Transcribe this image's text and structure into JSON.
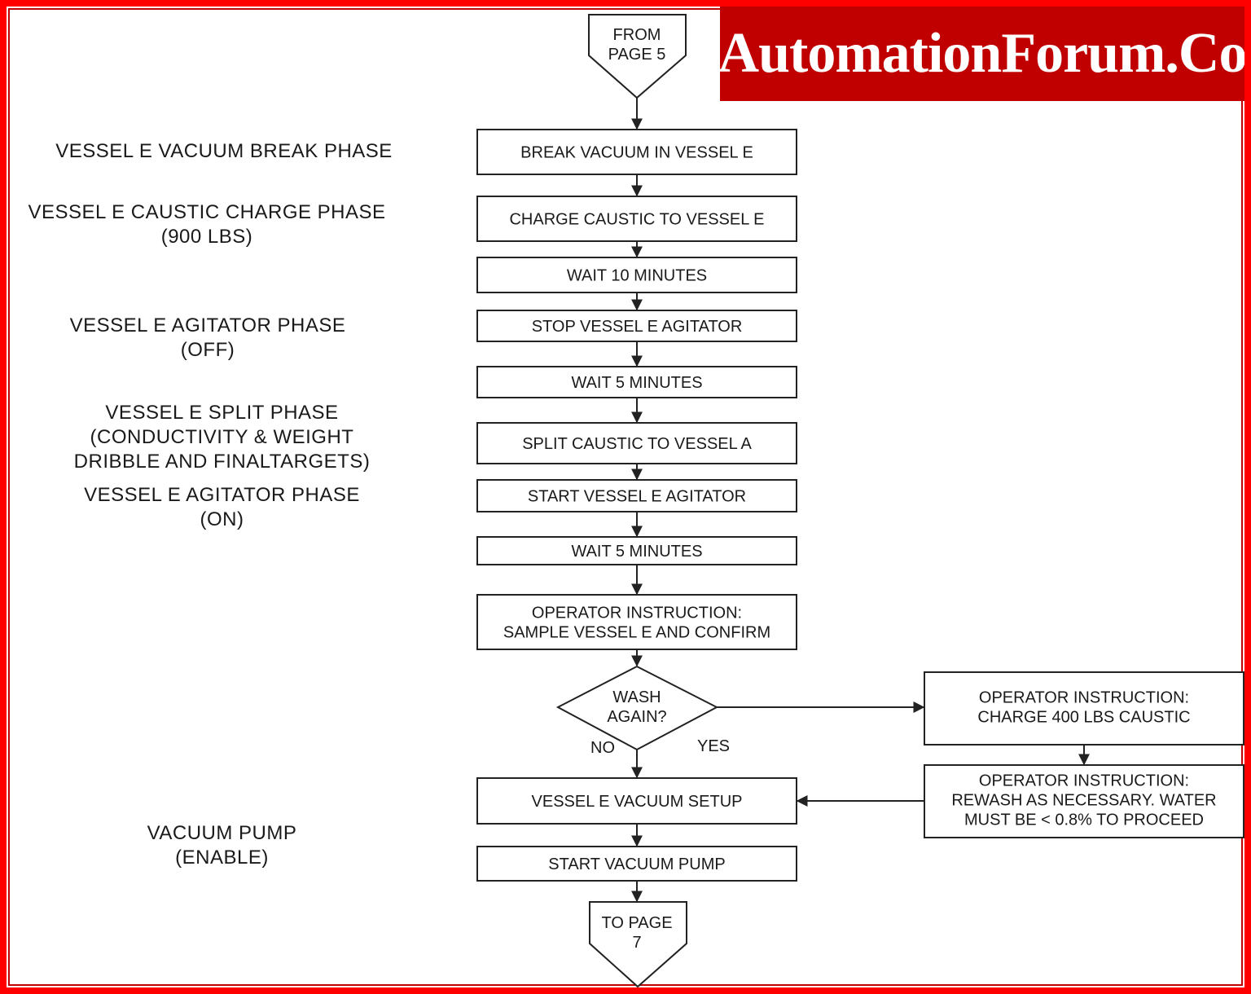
{
  "banner": {
    "text": "AutomationForum.Co"
  },
  "connectors": {
    "from": "FROM\nPAGE 5",
    "to": "TO PAGE\n7"
  },
  "steps": [
    "BREAK VACUUM IN VESSEL E",
    "CHARGE CAUSTIC TO VESSEL E",
    "WAIT 10 MINUTES",
    "STOP VESSEL E AGITATOR",
    "WAIT 5 MINUTES",
    "SPLIT CAUSTIC TO VESSEL A",
    "START VESSEL E AGITATOR",
    "WAIT 5 MINUTES",
    "OPERATOR INSTRUCTION:\nSAMPLE VESSEL E AND CONFIRM",
    "VESSEL E VACUUM SETUP",
    "START VACUUM PUMP"
  ],
  "decision": {
    "text": "WASH\nAGAIN?",
    "no_label": "NO",
    "yes_label": "YES"
  },
  "side_steps": [
    "OPERATOR INSTRUCTION:\nCHARGE 400 LBS CAUSTIC",
    "OPERATOR INSTRUCTION:\nREWASH AS NECESSARY.  WATER\nMUST BE < 0.8% TO PROCEED"
  ],
  "phase_labels": {
    "vacuum_break": "VESSEL E VACUUM BREAK PHASE",
    "caustic_charge_1": "VESSEL E CAUSTIC CHARGE PHASE",
    "caustic_charge_2": "(900 LBS)",
    "agitator_off_1": "VESSEL E AGITATOR PHASE",
    "agitator_off_2": "(OFF)",
    "split_1": "VESSEL E SPLIT PHASE",
    "split_2": "(CONDUCTIVITY & WEIGHT",
    "split_3": "DRIBBLE AND FINALTARGETS)",
    "agitator_on_1": "VESSEL E AGITATOR PHASE",
    "agitator_on_2": "(ON)",
    "vacuum_pump_1": "VACUUM PUMP",
    "vacuum_pump_2": "(ENABLE)"
  }
}
